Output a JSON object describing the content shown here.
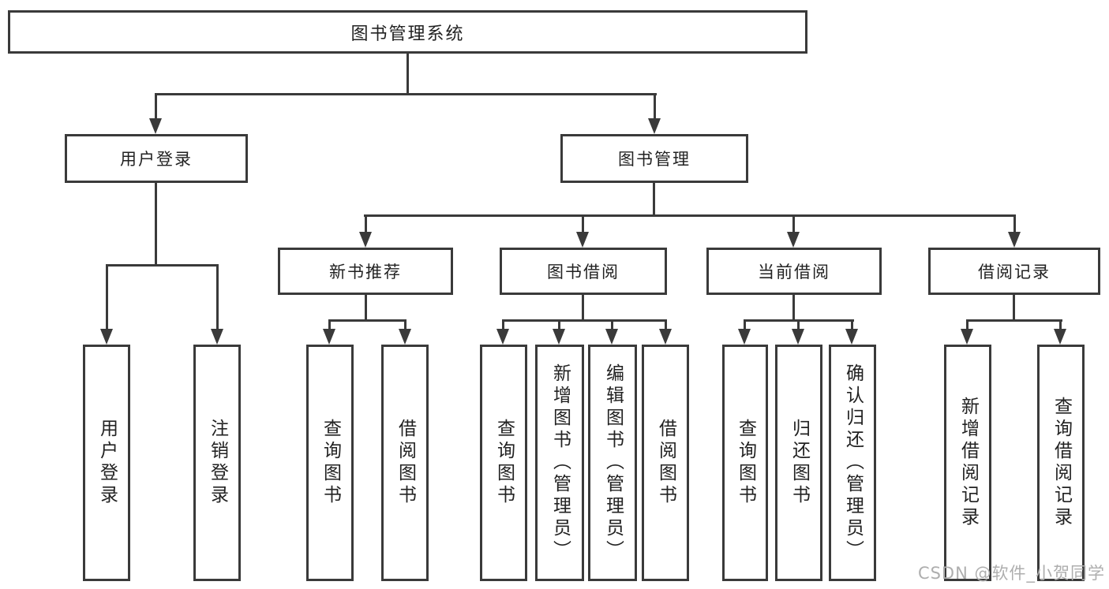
{
  "colors": {
    "line": "#3a3a3a",
    "text": "#222222",
    "background": "#ffffff",
    "watermark": "#aeaeae"
  },
  "watermark": {
    "text": "CSDN @软件_小贺同学"
  },
  "diagram": {
    "root": {
      "label": "图书管理系统"
    },
    "level2": [
      {
        "label": "用户登录"
      },
      {
        "label": "图书管理"
      }
    ],
    "level3": [
      {
        "label": "新书推荐"
      },
      {
        "label": "图书借阅"
      },
      {
        "label": "当前借阅"
      },
      {
        "label": "借阅记录"
      }
    ],
    "leaves": {
      "user_login": [
        "用户登录",
        "注销登录"
      ],
      "new_book_recommend": [
        "查询图书",
        "借阅图书"
      ],
      "book_borrow": [
        "查询图书",
        "新增图书（管理员）",
        "编辑图书（管理员）",
        "借阅图书"
      ],
      "current_borrow": [
        "查询图书",
        "归还图书",
        "确认归还（管理员）"
      ],
      "borrow_record": [
        "新增借阅记录",
        "查询借阅记录"
      ]
    }
  }
}
